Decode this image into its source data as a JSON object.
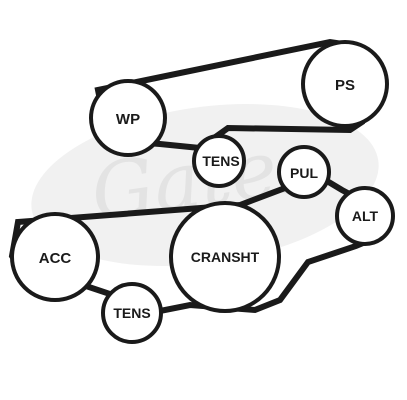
{
  "diagram": {
    "watermark": {
      "text": "Gates",
      "color": "#efefef"
    },
    "colors": {
      "line": "#1a1a1a",
      "fill": "#ffffff"
    },
    "belts": [
      {
        "name": "upper-belt"
      },
      {
        "name": "lower-belt"
      }
    ],
    "pulleys": [
      {
        "id": "ps",
        "label": "PS"
      },
      {
        "id": "wp",
        "label": "WP"
      },
      {
        "id": "tens-upper",
        "label": "TENS"
      },
      {
        "id": "pul",
        "label": "PUL"
      },
      {
        "id": "alt",
        "label": "ALT"
      },
      {
        "id": "cransht",
        "label": "CRANSHT"
      },
      {
        "id": "acc",
        "label": "ACC"
      },
      {
        "id": "tens-lower",
        "label": "TENS"
      }
    ]
  }
}
